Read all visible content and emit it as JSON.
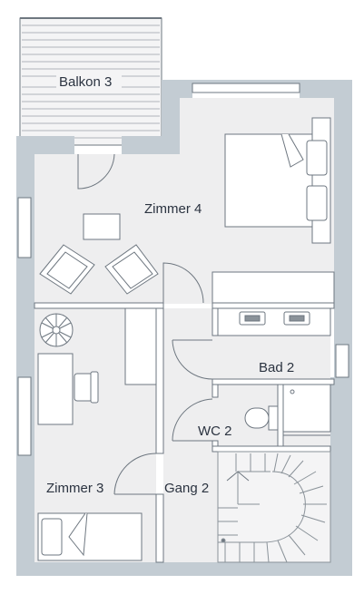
{
  "plan": {
    "colors": {
      "wall": "#c3ccd3",
      "floor": "#eeeeef",
      "outline": "#6e7780",
      "line": "#8a9299",
      "text": "#2b3340",
      "background": "#ffffff"
    },
    "rooms": {
      "balkon": "Balkon 3",
      "zimmer4": "Zimmer 4",
      "bad": "Bad 2",
      "wc": "WC 2",
      "zimmer3": "Zimmer 3",
      "gang": "Gang 2"
    },
    "icons": [
      "bed-icon",
      "armchair-icon",
      "desk-icon",
      "chair-icon",
      "plant-icon",
      "sink-icon",
      "toilet-icon",
      "shower-icon",
      "staircase-icon",
      "door-swing-icon",
      "window-icon",
      "railing-icon"
    ]
  }
}
